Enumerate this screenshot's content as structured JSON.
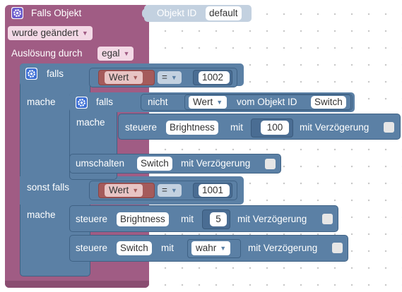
{
  "trigger": {
    "title": "Falls Objekt",
    "object_id_label": "Objekt ID",
    "object_id_value": "default",
    "changed_label": "wurde geändert",
    "trigger_label": "Auslösung durch",
    "trigger_value": "egal"
  },
  "if1": {
    "label": "falls",
    "do_label": "mache",
    "elseif_label": "sonst falls",
    "do2_label": "mache",
    "cond1": {
      "value_label": "Wert",
      "op": "=",
      "number": "1002"
    },
    "cond2": {
      "value_label": "Wert",
      "op": "=",
      "number": "1001"
    }
  },
  "if2": {
    "label": "falls",
    "not_label": "nicht",
    "value_label": "Wert",
    "from_object_label": "vom Objekt ID",
    "object_name": "Switch",
    "do_label": "mache"
  },
  "control1": {
    "verb": "steuere",
    "target": "Brightness",
    "with_label": "mit",
    "value": "100",
    "delay_label": "mit Verzögerung"
  },
  "toggle": {
    "verb": "umschalten",
    "target": "Switch",
    "delay_label": "mit Verzögerung"
  },
  "control2": {
    "verb": "steuere",
    "target": "Brightness",
    "with_label": "mit",
    "value": "5",
    "delay_label": "mit Verzögerung"
  },
  "control3": {
    "verb": "steuere",
    "target": "Switch",
    "with_label": "mit",
    "value": "wahr",
    "delay_label": "mit Verzögerung"
  },
  "colors": {
    "trigger_block": "#a05c84",
    "logic_block": "#5b80a5",
    "value_block": "#a55b5b",
    "workspace": "#ffffff"
  }
}
